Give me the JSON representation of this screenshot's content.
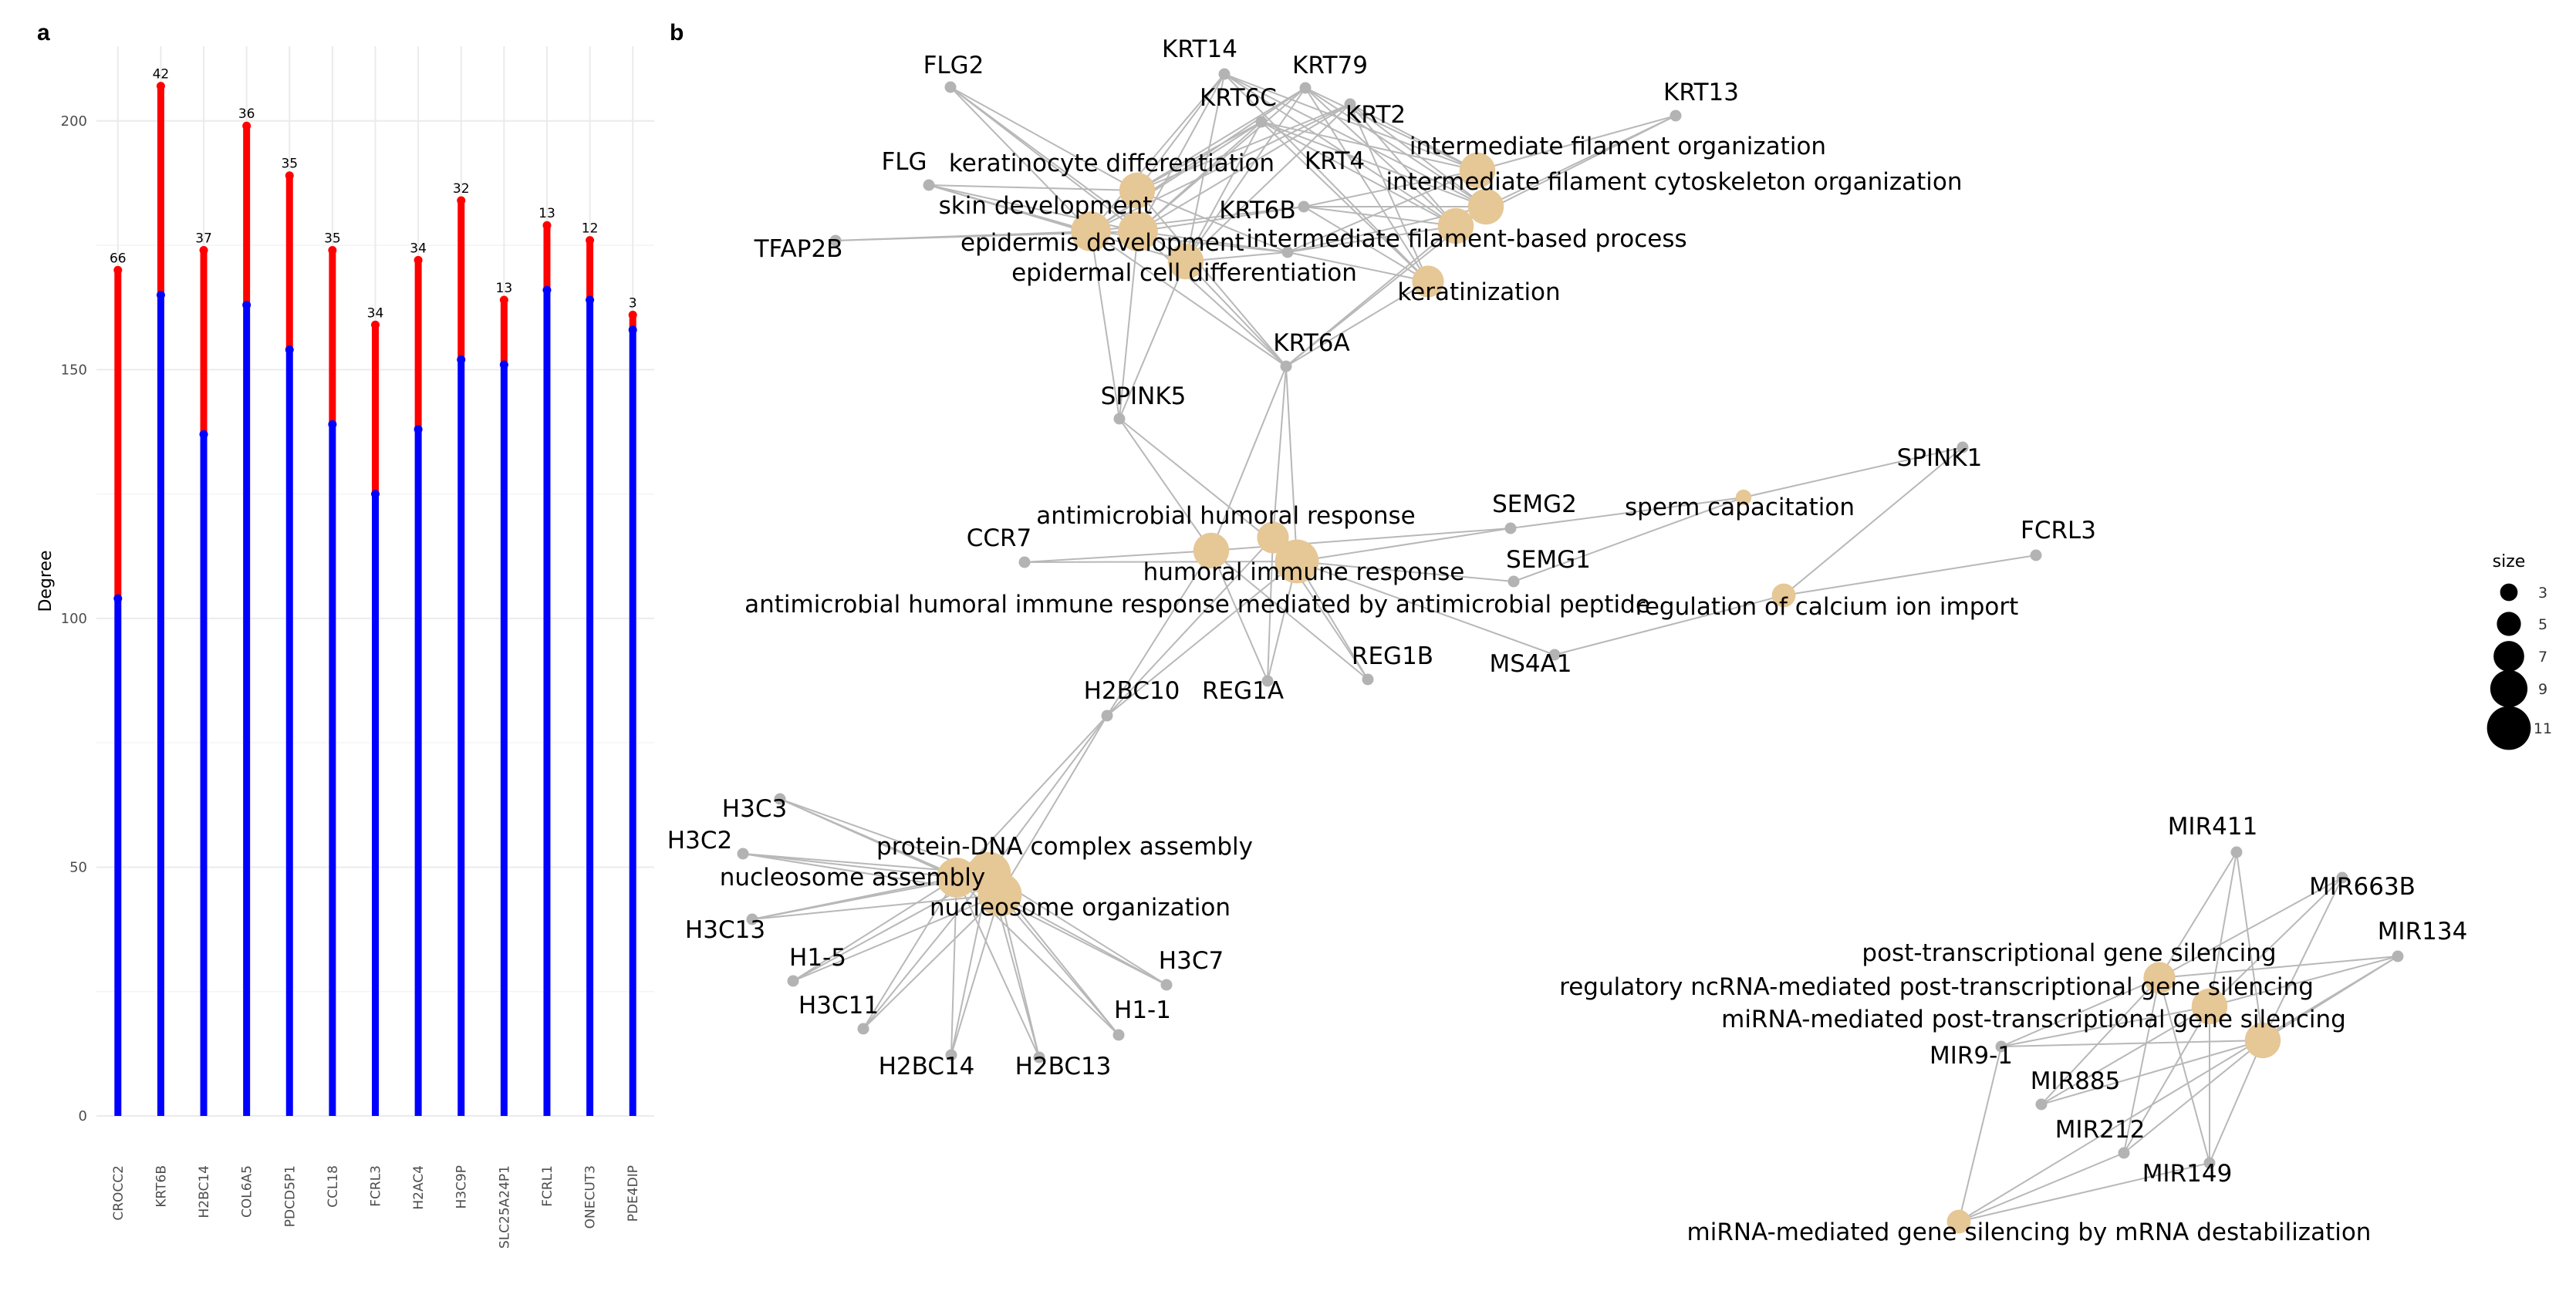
{
  "panel_a_label": "a",
  "panel_b_label": "b",
  "chart_data": [
    {
      "type": "bar",
      "ylabel": "Degree",
      "xlabel": "",
      "ylim": [
        0,
        215
      ],
      "yticks": [
        0,
        50,
        100,
        150,
        200
      ],
      "grid": true,
      "categories": [
        "CROCC2",
        "KRT6B",
        "H2BC14",
        "COL6A5",
        "PDCD5P1",
        "CCL18",
        "FCRL3",
        "H2AC4",
        "H3C9P",
        "SLC25A24P1",
        "FCRL1",
        "ONECUT3",
        "PDE4DIP"
      ],
      "series": [
        {
          "color": "#0000ff",
          "values": [
            104,
            165,
            137,
            163,
            154,
            139,
            125,
            138,
            152,
            151,
            166,
            164,
            158
          ]
        },
        {
          "color": "#ff0000",
          "values": [
            170,
            207,
            174,
            199,
            189,
            174,
            159,
            172,
            184,
            164,
            179,
            176,
            161
          ]
        }
      ],
      "data_labels": [
        "66",
        "42",
        "37",
        "36",
        "35",
        "35",
        "34",
        "34",
        "32",
        "13",
        "13",
        "12",
        "3"
      ]
    },
    {
      "type": "network",
      "legend": {
        "title": "size",
        "sizes": [
          "3",
          "5",
          "7",
          "9",
          "11"
        ],
        "placement": "right"
      },
      "colors": {
        "gene": "#b3b3b3",
        "term": "#e6c796",
        "edge": "#b8b8b8"
      },
      "nodes": [
        {
          "id": "FLG2",
          "kind": "gene"
        },
        {
          "id": "KRT14",
          "kind": "gene"
        },
        {
          "id": "KRT79",
          "kind": "gene"
        },
        {
          "id": "KRT6C",
          "kind": "gene"
        },
        {
          "id": "KRT2",
          "kind": "gene"
        },
        {
          "id": "KRT13",
          "kind": "gene"
        },
        {
          "id": "FLG",
          "kind": "gene"
        },
        {
          "id": "KRT4",
          "kind": "gene"
        },
        {
          "id": "TFAP2B",
          "kind": "gene"
        },
        {
          "id": "KRT6B",
          "kind": "gene"
        },
        {
          "id": "KRT6A",
          "kind": "gene"
        },
        {
          "id": "SPINK5",
          "kind": "gene"
        },
        {
          "id": "SPINK1",
          "kind": "gene"
        },
        {
          "id": "FCRL3",
          "kind": "gene"
        },
        {
          "id": "CCR7",
          "kind": "gene"
        },
        {
          "id": "SEMG2",
          "kind": "gene"
        },
        {
          "id": "SEMG1",
          "kind": "gene"
        },
        {
          "id": "REG1B",
          "kind": "gene"
        },
        {
          "id": "REG1A",
          "kind": "gene"
        },
        {
          "id": "MS4A1",
          "kind": "gene"
        },
        {
          "id": "H2BC10",
          "kind": "gene"
        },
        {
          "id": "H3C3",
          "kind": "gene"
        },
        {
          "id": "H3C2",
          "kind": "gene"
        },
        {
          "id": "H3C13",
          "kind": "gene"
        },
        {
          "id": "H1-5",
          "kind": "gene"
        },
        {
          "id": "H3C11",
          "kind": "gene"
        },
        {
          "id": "H2BC14",
          "kind": "gene"
        },
        {
          "id": "H2BC13",
          "kind": "gene"
        },
        {
          "id": "H1-1",
          "kind": "gene"
        },
        {
          "id": "H3C7",
          "kind": "gene"
        },
        {
          "id": "MIR411",
          "kind": "gene"
        },
        {
          "id": "MIR663B",
          "kind": "gene"
        },
        {
          "id": "MIR134",
          "kind": "gene"
        },
        {
          "id": "MIR9-1",
          "kind": "gene"
        },
        {
          "id": "MIR885",
          "kind": "gene"
        },
        {
          "id": "MIR212",
          "kind": "gene"
        },
        {
          "id": "MIR149",
          "kind": "gene"
        },
        {
          "id": "keratinocyte differentiation",
          "kind": "term",
          "size": 7
        },
        {
          "id": "skin development",
          "kind": "term",
          "size": 8
        },
        {
          "id": "epidermis development",
          "kind": "term",
          "size": 8
        },
        {
          "id": "epidermal cell differentiation",
          "kind": "term",
          "size": 7
        },
        {
          "id": "intermediate filament organization",
          "kind": "term",
          "size": 7
        },
        {
          "id": "intermediate filament cytoskeleton organization",
          "kind": "term",
          "size": 7
        },
        {
          "id": "intermediate filament-based process",
          "kind": "term",
          "size": 7
        },
        {
          "id": "keratinization",
          "kind": "term",
          "size": 6
        },
        {
          "id": "antimicrobial humoral response",
          "kind": "term",
          "size": 7
        },
        {
          "id": "humoral immune response",
          "kind": "term",
          "size": 9
        },
        {
          "id": "antimicrobial humoral immune response mediated by antimicrobial peptide",
          "kind": "term",
          "size": 6
        },
        {
          "id": "sperm capacitation",
          "kind": "term",
          "size": 2
        },
        {
          "id": "regulation of calcium ion import",
          "kind": "term",
          "size": 4
        },
        {
          "id": "protein-DNA complex assembly",
          "kind": "term",
          "size": 9
        },
        {
          "id": "nucleosome assembly",
          "kind": "term",
          "size": 8
        },
        {
          "id": "nucleosome organization",
          "kind": "term",
          "size": 9
        },
        {
          "id": "post-transcriptional gene silencing",
          "kind": "term",
          "size": 6
        },
        {
          "id": "regulatory ncRNA-mediated post-transcriptional gene silencing",
          "kind": "term",
          "size": 7
        },
        {
          "id": "miRNA-mediated post-transcriptional gene silencing",
          "kind": "term",
          "size": 7
        },
        {
          "id": "miRNA-mediated gene silencing by mRNA destabilization",
          "kind": "term",
          "size": 4
        }
      ],
      "edges": [
        [
          "FLG2",
          "keratinocyte differentiation"
        ],
        [
          "FLG2",
          "skin development"
        ],
        [
          "FLG2",
          "epidermis development"
        ],
        [
          "FLG2",
          "epidermal cell differentiation"
        ],
        [
          "FLG",
          "keratinocyte differentiation"
        ],
        [
          "FLG",
          "skin development"
        ],
        [
          "FLG",
          "epidermis development"
        ],
        [
          "FLG",
          "epidermal cell differentiation"
        ],
        [
          "TFAP2B",
          "skin development"
        ],
        [
          "TFAP2B",
          "epidermis development"
        ],
        [
          "KRT14",
          "keratinocyte differentiation"
        ],
        [
          "KRT14",
          "skin development"
        ],
        [
          "KRT14",
          "epidermis development"
        ],
        [
          "KRT14",
          "epidermal cell differentiation"
        ],
        [
          "KRT14",
          "intermediate filament organization"
        ],
        [
          "KRT14",
          "intermediate filament cytoskeleton organization"
        ],
        [
          "KRT14",
          "intermediate filament-based process"
        ],
        [
          "KRT14",
          "keratinization"
        ],
        [
          "KRT79",
          "keratinocyte differentiation"
        ],
        [
          "KRT79",
          "skin development"
        ],
        [
          "KRT79",
          "epidermis development"
        ],
        [
          "KRT79",
          "epidermal cell differentiation"
        ],
        [
          "KRT79",
          "intermediate filament organization"
        ],
        [
          "KRT79",
          "intermediate filament cytoskeleton organization"
        ],
        [
          "KRT79",
          "intermediate filament-based process"
        ],
        [
          "KRT79",
          "keratinization"
        ],
        [
          "KRT6C",
          "keratinocyte differentiation"
        ],
        [
          "KRT6C",
          "skin development"
        ],
        [
          "KRT6C",
          "epidermis development"
        ],
        [
          "KRT6C",
          "epidermal cell differentiation"
        ],
        [
          "KRT6C",
          "intermediate filament organization"
        ],
        [
          "KRT6C",
          "intermediate filament cytoskeleton organization"
        ],
        [
          "KRT6C",
          "intermediate filament-based process"
        ],
        [
          "KRT6C",
          "keratinization"
        ],
        [
          "KRT2",
          "keratinocyte differentiation"
        ],
        [
          "KRT2",
          "skin development"
        ],
        [
          "KRT2",
          "epidermis development"
        ],
        [
          "KRT2",
          "epidermal cell differentiation"
        ],
        [
          "KRT2",
          "intermediate filament organization"
        ],
        [
          "KRT2",
          "intermediate filament cytoskeleton organization"
        ],
        [
          "KRT2",
          "intermediate filament-based process"
        ],
        [
          "KRT2",
          "keratinization"
        ],
        [
          "KRT13",
          "intermediate filament organization"
        ],
        [
          "KRT13",
          "intermediate filament cytoskeleton organization"
        ],
        [
          "KRT13",
          "intermediate filament-based process"
        ],
        [
          "KRT4",
          "skin development"
        ],
        [
          "KRT4",
          "epidermis development"
        ],
        [
          "KRT4",
          "intermediate filament organization"
        ],
        [
          "KRT4",
          "intermediate filament cytoskeleton organization"
        ],
        [
          "KRT4",
          "intermediate filament-based process"
        ],
        [
          "KRT4",
          "keratinization"
        ],
        [
          "KRT6B",
          "keratinocyte differentiation"
        ],
        [
          "KRT6B",
          "skin development"
        ],
        [
          "KRT6B",
          "epidermis development"
        ],
        [
          "KRT6B",
          "epidermal cell differentiation"
        ],
        [
          "KRT6B",
          "intermediate filament organization"
        ],
        [
          "KRT6B",
          "intermediate filament cytoskeleton organization"
        ],
        [
          "KRT6B",
          "intermediate filament-based process"
        ],
        [
          "KRT6B",
          "keratinization"
        ],
        [
          "KRT6A",
          "keratinocyte differentiation"
        ],
        [
          "KRT6A",
          "skin development"
        ],
        [
          "KRT6A",
          "epidermis development"
        ],
        [
          "KRT6A",
          "epidermal cell differentiation"
        ],
        [
          "KRT6A",
          "intermediate filament cytoskeleton organization"
        ],
        [
          "KRT6A",
          "intermediate filament-based process"
        ],
        [
          "KRT6A",
          "keratinization"
        ],
        [
          "KRT6A",
          "antimicrobial humoral response"
        ],
        [
          "KRT6A",
          "humoral immune response"
        ],
        [
          "KRT6A",
          "antimicrobial humoral immune response mediated by antimicrobial peptide"
        ],
        [
          "SPINK5",
          "skin development"
        ],
        [
          "SPINK5",
          "epidermis development"
        ],
        [
          "SPINK5",
          "epidermal cell differentiation"
        ],
        [
          "SPINK5",
          "antimicrobial humoral response"
        ],
        [
          "SPINK5",
          "humoral immune response"
        ],
        [
          "CCR7",
          "antimicrobial humoral response"
        ],
        [
          "CCR7",
          "humoral immune response"
        ],
        [
          "SEMG2",
          "antimicrobial humoral response"
        ],
        [
          "SEMG2",
          "humoral immune response"
        ],
        [
          "SEMG2",
          "sperm capacitation"
        ],
        [
          "SEMG1",
          "humoral immune response"
        ],
        [
          "SEMG1",
          "sperm capacitation"
        ],
        [
          "SPINK1",
          "sperm capacitation"
        ],
        [
          "SPINK1",
          "regulation of calcium ion import"
        ],
        [
          "FCRL3",
          "regulation of calcium ion import"
        ],
        [
          "MS4A1",
          "regulation of calcium ion import"
        ],
        [
          "MS4A1",
          "humoral immune response"
        ],
        [
          "REG1A",
          "antimicrobial humoral response"
        ],
        [
          "REG1A",
          "humoral immune response"
        ],
        [
          "REG1A",
          "antimicrobial humoral immune response mediated by antimicrobial peptide"
        ],
        [
          "REG1B",
          "antimicrobial humoral response"
        ],
        [
          "REG1B",
          "humoral immune response"
        ],
        [
          "REG1B",
          "antimicrobial humoral immune response mediated by antimicrobial peptide"
        ],
        [
          "H2BC10",
          "antimicrobial humoral response"
        ],
        [
          "H2BC10",
          "humoral immune response"
        ],
        [
          "H2BC10",
          "antimicrobial humoral immune response mediated by antimicrobial peptide"
        ],
        [
          "H2BC10",
          "protein-DNA complex assembly"
        ],
        [
          "H2BC10",
          "nucleosome assembly"
        ],
        [
          "H2BC10",
          "nucleosome organization"
        ],
        [
          "H3C3",
          "protein-DNA complex assembly"
        ],
        [
          "H3C3",
          "nucleosome assembly"
        ],
        [
          "H3C3",
          "nucleosome organization"
        ],
        [
          "H3C2",
          "protein-DNA complex assembly"
        ],
        [
          "H3C2",
          "nucleosome assembly"
        ],
        [
          "H3C2",
          "nucleosome organization"
        ],
        [
          "H3C13",
          "protein-DNA complex assembly"
        ],
        [
          "H3C13",
          "nucleosome assembly"
        ],
        [
          "H3C13",
          "nucleosome organization"
        ],
        [
          "H1-5",
          "protein-DNA complex assembly"
        ],
        [
          "H1-5",
          "nucleosome assembly"
        ],
        [
          "H1-5",
          "nucleosome organization"
        ],
        [
          "H3C11",
          "protein-DNA complex assembly"
        ],
        [
          "H3C11",
          "nucleosome assembly"
        ],
        [
          "H3C11",
          "nucleosome organization"
        ],
        [
          "H2BC14",
          "protein-DNA complex assembly"
        ],
        [
          "H2BC14",
          "nucleosome assembly"
        ],
        [
          "H2BC14",
          "nucleosome organization"
        ],
        [
          "H2BC13",
          "protein-DNA complex assembly"
        ],
        [
          "H2BC13",
          "nucleosome assembly"
        ],
        [
          "H2BC13",
          "nucleosome organization"
        ],
        [
          "H1-1",
          "protein-DNA complex assembly"
        ],
        [
          "H1-1",
          "nucleosome assembly"
        ],
        [
          "H1-1",
          "nucleosome organization"
        ],
        [
          "H3C7",
          "protein-DNA complex assembly"
        ],
        [
          "H3C7",
          "nucleosome assembly"
        ],
        [
          "H3C7",
          "nucleosome organization"
        ],
        [
          "MIR411",
          "post-transcriptional gene silencing"
        ],
        [
          "MIR411",
          "regulatory ncRNA-mediated post-transcriptional gene silencing"
        ],
        [
          "MIR411",
          "miRNA-mediated post-transcriptional gene silencing"
        ],
        [
          "MIR663B",
          "post-transcriptional gene silencing"
        ],
        [
          "MIR663B",
          "regulatory ncRNA-mediated post-transcriptional gene silencing"
        ],
        [
          "MIR663B",
          "miRNA-mediated post-transcriptional gene silencing"
        ],
        [
          "MIR134",
          "post-transcriptional gene silencing"
        ],
        [
          "MIR134",
          "regulatory ncRNA-mediated post-transcriptional gene silencing"
        ],
        [
          "MIR134",
          "miRNA-mediated post-transcriptional gene silencing"
        ],
        [
          "MIR134",
          "miRNA-mediated gene silencing by mRNA destabilization"
        ],
        [
          "MIR9-1",
          "post-transcriptional gene silencing"
        ],
        [
          "MIR9-1",
          "regulatory ncRNA-mediated post-transcriptional gene silencing"
        ],
        [
          "MIR9-1",
          "miRNA-mediated post-transcriptional gene silencing"
        ],
        [
          "MIR9-1",
          "miRNA-mediated gene silencing by mRNA destabilization"
        ],
        [
          "MIR885",
          "post-transcriptional gene silencing"
        ],
        [
          "MIR885",
          "regulatory ncRNA-mediated post-transcriptional gene silencing"
        ],
        [
          "MIR885",
          "miRNA-mediated post-transcriptional gene silencing"
        ],
        [
          "MIR212",
          "post-transcriptional gene silencing"
        ],
        [
          "MIR212",
          "regulatory ncRNA-mediated post-transcriptional gene silencing"
        ],
        [
          "MIR212",
          "miRNA-mediated post-transcriptional gene silencing"
        ],
        [
          "MIR212",
          "miRNA-mediated gene silencing by mRNA destabilization"
        ],
        [
          "MIR149",
          "post-transcriptional gene silencing"
        ],
        [
          "MIR149",
          "regulatory ncRNA-mediated post-transcriptional gene silencing"
        ],
        [
          "MIR149",
          "miRNA-mediated post-transcriptional gene silencing"
        ],
        [
          "MIR149",
          "miRNA-mediated gene silencing by mRNA destabilization"
        ]
      ]
    }
  ]
}
